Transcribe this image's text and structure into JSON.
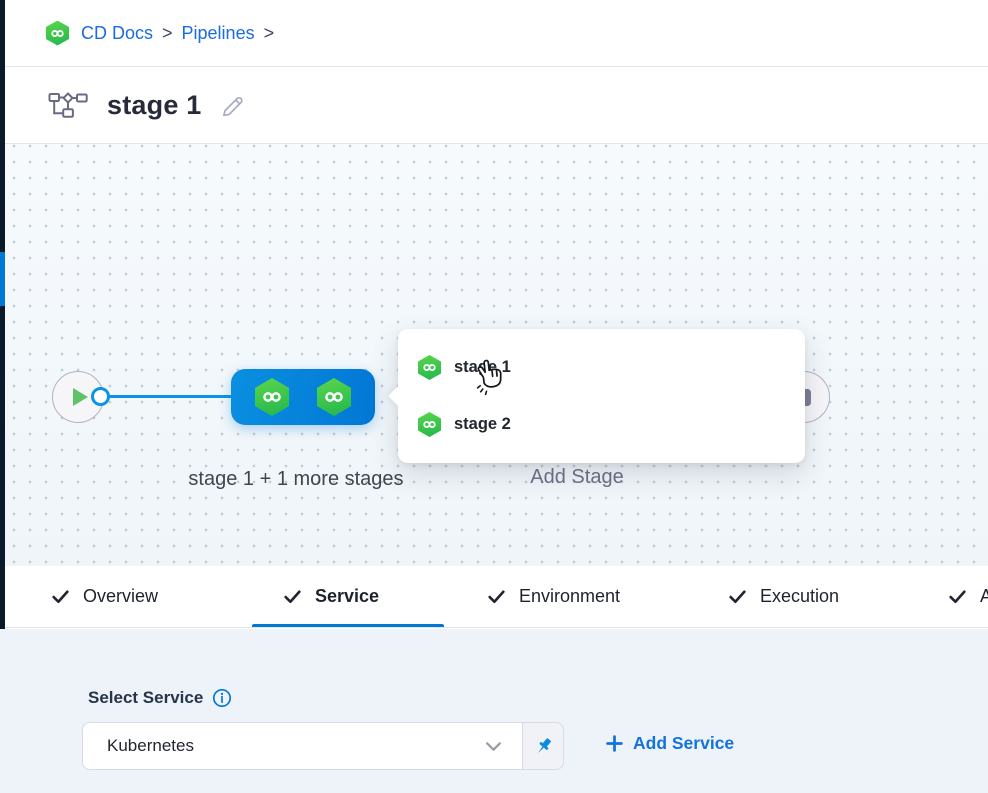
{
  "colors": {
    "primary_blue": "#0278d5",
    "link_blue": "#1b6ce0",
    "node_blue": "#0a8fe0",
    "harness_green": "#3ec74e",
    "canvas_bg": "#f4f8fb",
    "panel_bg": "#edf3f9",
    "rail_navy": "#0b1a2a",
    "text_dark": "#22272f",
    "text_muted": "#6e7087"
  },
  "breadcrumb": {
    "app_icon": "harness-cd-hexagon-infinity-icon",
    "items": [
      "CD Docs",
      "Pipelines"
    ],
    "separator": ">"
  },
  "header": {
    "title": "stage 1",
    "title_icon": "pipeline-icon",
    "edit_icon": "pencil-icon"
  },
  "canvas": {
    "start_icon": "play-icon",
    "end_icon": "stop-icon",
    "stage_node": {
      "icon": "harness-cd-hexagon-infinity-icon",
      "caption": "stage 1 + 1 more stages"
    },
    "add_stage_label": "Add Stage",
    "stage_popup": {
      "items": [
        {
          "icon": "harness-cd-hexagon-infinity-icon",
          "label": "stage 1"
        },
        {
          "icon": "harness-cd-hexagon-infinity-icon",
          "label": "stage 2"
        }
      ]
    },
    "cursor": "hand-pointer-cursor"
  },
  "tabs": [
    {
      "label": "Overview",
      "checked": true,
      "active": false
    },
    {
      "label": "Service",
      "checked": true,
      "active": true
    },
    {
      "label": "Environment",
      "checked": true,
      "active": false
    },
    {
      "label": "Execution",
      "checked": true,
      "active": false
    },
    {
      "label": "Advanced",
      "checked": true,
      "active": false,
      "clipped": true
    }
  ],
  "service_panel": {
    "label": "Select Service",
    "info_icon": "info-icon",
    "select": {
      "value": "Kubernetes",
      "chevron_icon": "chevron-down-icon",
      "pin_icon": "pin-icon"
    },
    "add_service": {
      "plus_icon": "plus-icon",
      "label": "Add Service"
    }
  }
}
